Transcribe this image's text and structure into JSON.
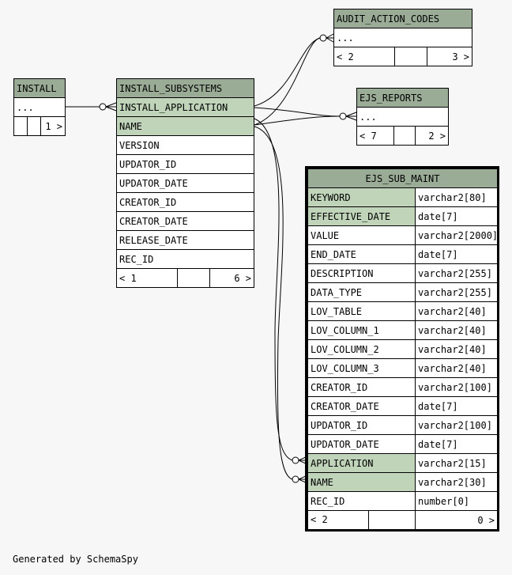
{
  "tables": {
    "install": {
      "name": "INSTALL",
      "ellipsis": "...",
      "nav_left": "",
      "nav_right": "1 >"
    },
    "install_subsystems": {
      "name": "INSTALL_SUBSYSTEMS",
      "columns": [
        "INSTALL_APPLICATION",
        "NAME",
        "VERSION",
        "UPDATOR_ID",
        "UPDATOR_DATE",
        "CREATOR_ID",
        "CREATOR_DATE",
        "RELEASE_DATE",
        "REC_ID"
      ],
      "nav_left": "< 1",
      "nav_right": "6 >"
    },
    "audit_action_codes": {
      "name": "AUDIT_ACTION_CODES",
      "ellipsis": "...",
      "nav_left": "< 2",
      "nav_right": "3 >"
    },
    "ejs_reports": {
      "name": "EJS_REPORTS",
      "ellipsis": "...",
      "nav_left": "< 7",
      "nav_right": "2 >"
    },
    "ejs_sub_maint": {
      "name": "EJS_SUB_MAINT",
      "columns": [
        {
          "name": "KEYWORD",
          "type": "varchar2[80]"
        },
        {
          "name": "EFFECTIVE_DATE",
          "type": "date[7]"
        },
        {
          "name": "VALUE",
          "type": "varchar2[2000]"
        },
        {
          "name": "END_DATE",
          "type": "date[7]"
        },
        {
          "name": "DESCRIPTION",
          "type": "varchar2[255]"
        },
        {
          "name": "DATA_TYPE",
          "type": "varchar2[255]"
        },
        {
          "name": "LOV_TABLE",
          "type": "varchar2[40]"
        },
        {
          "name": "LOV_COLUMN_1",
          "type": "varchar2[40]"
        },
        {
          "name": "LOV_COLUMN_2",
          "type": "varchar2[40]"
        },
        {
          "name": "LOV_COLUMN_3",
          "type": "varchar2[40]"
        },
        {
          "name": "CREATOR_ID",
          "type": "varchar2[100]"
        },
        {
          "name": "CREATOR_DATE",
          "type": "date[7]"
        },
        {
          "name": "UPDATOR_ID",
          "type": "varchar2[100]"
        },
        {
          "name": "UPDATOR_DATE",
          "type": "date[7]"
        },
        {
          "name": "APPLICATION",
          "type": "varchar2[15]"
        },
        {
          "name": "NAME",
          "type": "varchar2[30]"
        },
        {
          "name": "REC_ID",
          "type": "number[0]"
        }
      ],
      "nav_left": "< 2",
      "nav_right": "0 >"
    }
  },
  "footer": "Generated by SchemaSpy"
}
